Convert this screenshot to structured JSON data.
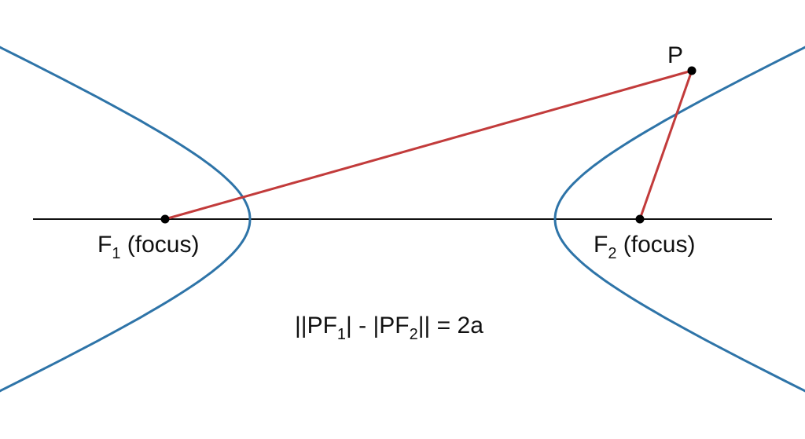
{
  "colors": {
    "background": "#ffffff",
    "hyperbola": "#2e74a8",
    "distance_lines": "#c23b3b",
    "axis": "#111111",
    "points": "#000000",
    "text": "#111111"
  },
  "point_p": {
    "label": "P"
  },
  "focus_1": {
    "letter": "F",
    "subscript": "1",
    "suffix": " (focus)"
  },
  "focus_2": {
    "letter": "F",
    "subscript": "2",
    "suffix": " (focus)"
  },
  "equation": {
    "part1": "||PF",
    "sub1": "1",
    "part2": "| - |PF",
    "sub2": "2",
    "part3": "|| = 2a"
  }
}
